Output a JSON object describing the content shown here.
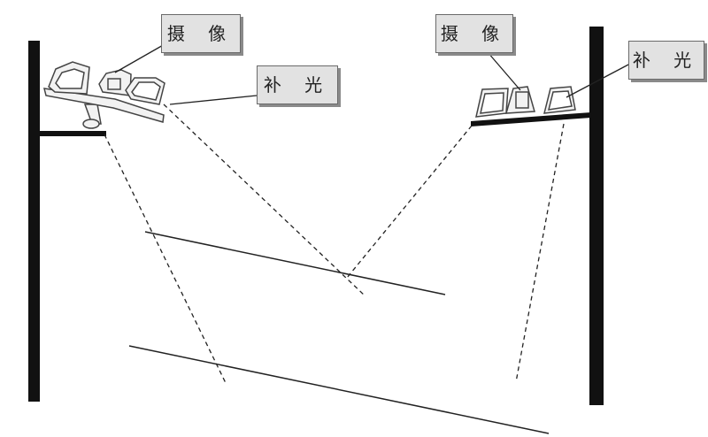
{
  "callouts": {
    "left_camera": "摄 像",
    "left_light": "补 光",
    "right_camera": "摄 像",
    "right_light": "补 光"
  },
  "colors": {
    "pole": "#111111",
    "line": "#222222",
    "callout_bg": "#e2e2e2",
    "callout_border": "#6a6a6a",
    "device_fill": "#f2f2f2",
    "device_stroke": "#444444"
  }
}
